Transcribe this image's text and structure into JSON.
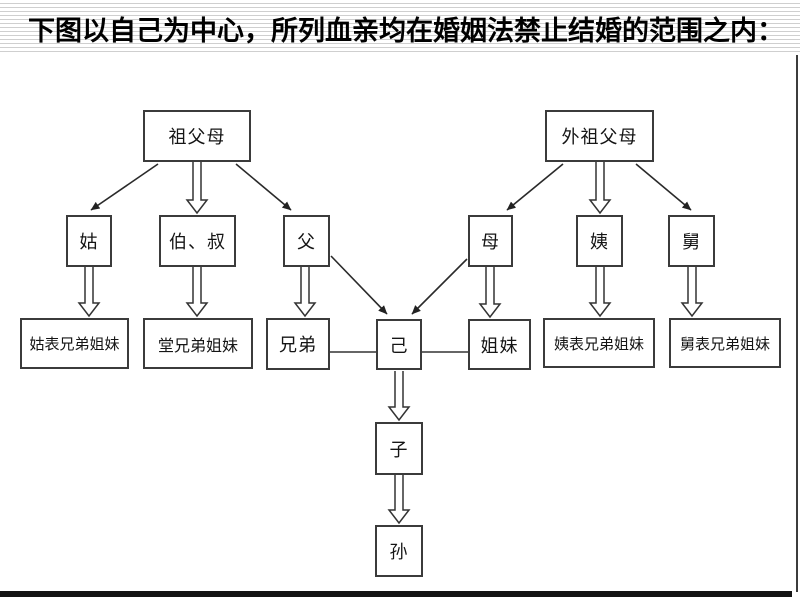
{
  "slide": {
    "title": "下图以自己为中心，所列血亲均在婚姻法禁止结婚的范围之内："
  },
  "diagram": {
    "nodes": {
      "zufumu": "祖父母",
      "waizufumu": "外祖父母",
      "gu": "姑",
      "boshu": "伯、叔",
      "fu": "父",
      "mu": "母",
      "yi": "姨",
      "jiu": "舅",
      "gubiao": "姑表兄弟姐妹",
      "tangxiongdi": "堂兄弟姐妹",
      "xiongdi": "兄弟",
      "ji": "己",
      "jiemei": "姐妹",
      "yibiao": "姨表兄弟姐妹",
      "jiubiao": "舅表兄弟姐妹",
      "zi": "子",
      "sun": "孙"
    },
    "edges": [
      {
        "from": "祖父母",
        "to": "姑",
        "style": "thin-arrow"
      },
      {
        "from": "祖父母",
        "to": "伯、叔",
        "style": "block-arrow"
      },
      {
        "from": "祖父母",
        "to": "父",
        "style": "thin-arrow"
      },
      {
        "from": "外祖父母",
        "to": "母",
        "style": "thin-arrow"
      },
      {
        "from": "外祖父母",
        "to": "姨",
        "style": "block-arrow"
      },
      {
        "from": "外祖父母",
        "to": "舅",
        "style": "thin-arrow"
      },
      {
        "from": "姑",
        "to": "姑表兄弟姐妹",
        "style": "block-arrow"
      },
      {
        "from": "伯、叔",
        "to": "堂兄弟姐妹",
        "style": "block-arrow"
      },
      {
        "from": "父",
        "to": "兄弟",
        "style": "block-arrow"
      },
      {
        "from": "父",
        "to": "己",
        "style": "thin-arrow"
      },
      {
        "from": "母",
        "to": "己",
        "style": "thin-arrow"
      },
      {
        "from": "母",
        "to": "姐妹",
        "style": "block-arrow"
      },
      {
        "from": "姨",
        "to": "姨表兄弟姐妹",
        "style": "block-arrow"
      },
      {
        "from": "舅",
        "to": "舅表兄弟姐妹",
        "style": "block-arrow"
      },
      {
        "from": "兄弟",
        "to": "己",
        "style": "plain-line"
      },
      {
        "from": "己",
        "to": "姐妹",
        "style": "plain-line"
      },
      {
        "from": "己",
        "to": "子",
        "style": "block-arrow"
      },
      {
        "from": "子",
        "to": "孙",
        "style": "block-arrow"
      }
    ]
  },
  "colors": {
    "background": "#ffffff",
    "box_border": "#3b3b3b",
    "text": "#000000",
    "arrow": "#2a2a2a",
    "stripe": "#cfcfcf",
    "bottom_bar": "#141414"
  }
}
